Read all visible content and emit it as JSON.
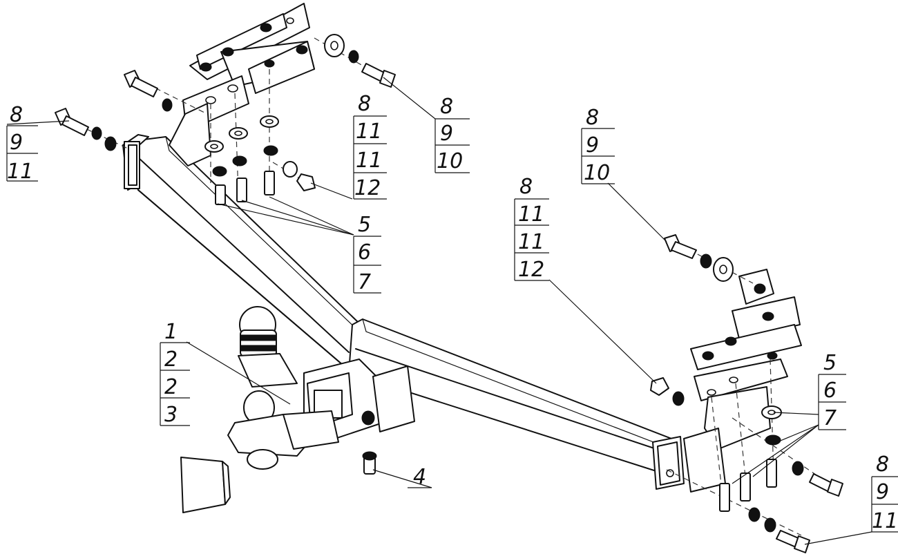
{
  "callouts": [
    {
      "id": "upper-left-bracket-bolt",
      "labels": [
        "8",
        "9",
        "11"
      ]
    },
    {
      "id": "upper-center-fasteners",
      "labels": [
        "8",
        "11",
        "11",
        "12"
      ]
    },
    {
      "id": "upper-right-bolt",
      "labels": [
        "8",
        "9",
        "10"
      ]
    },
    {
      "id": "left-studs",
      "labels": [
        "5",
        "6",
        "7"
      ]
    },
    {
      "id": "right-upper-bolt",
      "labels": [
        "8",
        "9",
        "10"
      ]
    },
    {
      "id": "right-center-fasteners",
      "labels": [
        "8",
        "11",
        "11",
        "12"
      ]
    },
    {
      "id": "right-studs",
      "labels": [
        "5",
        "6",
        "7"
      ]
    },
    {
      "id": "ball-mount",
      "labels": [
        "1",
        "2",
        "2",
        "3"
      ]
    },
    {
      "id": "lower-right-bolt",
      "labels": [
        "8",
        "9",
        "11"
      ]
    },
    {
      "id": "hitch-pin-bolt",
      "labels": [
        "4"
      ]
    }
  ]
}
